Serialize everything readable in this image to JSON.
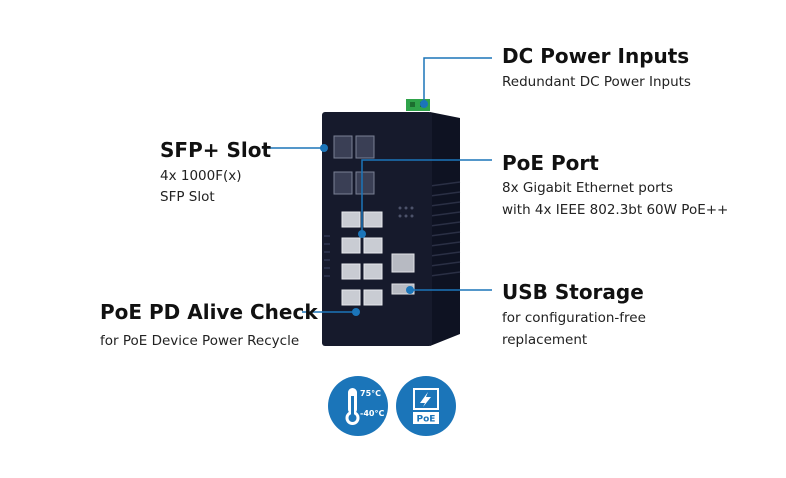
{
  "callouts": {
    "dc_power": {
      "title": "DC Power Inputs",
      "desc": "Redundant DC Power Inputs"
    },
    "sfp": {
      "title": "SFP+ Slot",
      "desc_line1": "4x 1000F(x)",
      "desc_line2": "SFP Slot"
    },
    "poe_port": {
      "title": "PoE Port",
      "desc_line1": "8x Gigabit Ethernet ports",
      "desc_line2": "with 4x IEEE 802.3bt 60W PoE++"
    },
    "usb": {
      "title": "USB Storage",
      "desc_line1": "for configuration-free",
      "desc_line2": "replacement"
    },
    "pd_alive": {
      "title": "PoE PD Alive Check",
      "desc": "for PoE Device Power Recycle"
    }
  },
  "badges": {
    "temperature": {
      "icon": "thermometer-icon",
      "high": "75°C",
      "low": "-40°C"
    },
    "poe": {
      "icon": "poe-icon",
      "label": "PoE"
    }
  },
  "colors": {
    "accent": "#1b75b9",
    "device": "#161a2c"
  }
}
